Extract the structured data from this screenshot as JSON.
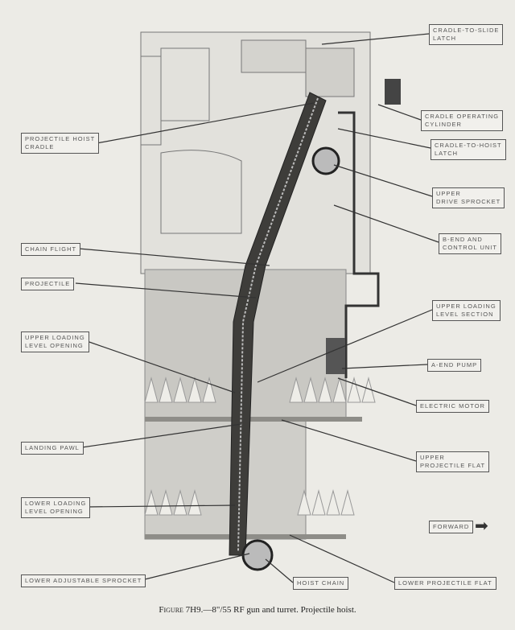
{
  "caption": {
    "figure": "Figure 7H9.",
    "text": "—8\"/55 RF gun and turret.   Projectile hoist."
  },
  "labels": {
    "cradle_to_slide_latch": "Cradle-to-slide\nlatch",
    "cradle_operating_cylinder": "Cradle operating\ncylinder",
    "projectile_hoist_cradle": "Projectile hoist\ncradle",
    "cradle_to_hoist_latch": "Cradle-to-hoist\nlatch",
    "upper_drive_sprocket": "Upper\ndrive sprocket",
    "b_end_control_unit": "B-end and\ncontrol unit",
    "chain_flight": "Chain flight",
    "projectile": "Projectile",
    "upper_loading_level_section": "Upper loading\nlevel section",
    "upper_loading_level_opening": "Upper loading\nlevel opening",
    "a_end_pump": "A-end pump",
    "electric_motor": "Electric motor",
    "landing_pawl": "Landing pawl",
    "upper_projectile_flat": "Upper\nprojectile flat",
    "lower_loading_level_opening": "Lower loading\nlevel opening",
    "forward": "Forward",
    "lower_adjustable_sprocket": "Lower adjustable sprocket",
    "hoist_chain": "Hoist chain",
    "lower_projectile_flat": "Lower projectile flat"
  }
}
